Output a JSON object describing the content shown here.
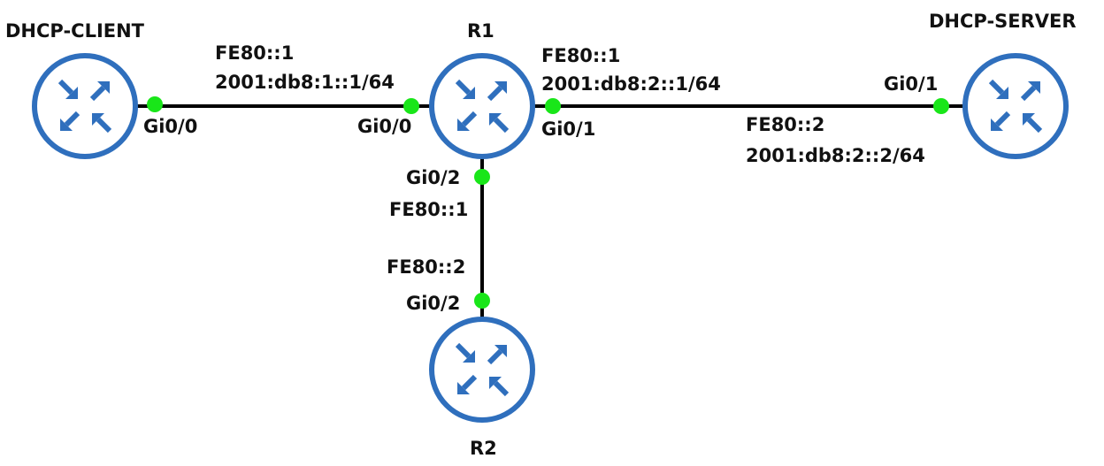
{
  "colors": {
    "router_stroke": "#2f6fbd",
    "router_fill": "#ffffff",
    "arrow": "#2f6fbd",
    "link": "#000000",
    "port_dot": "#19e619",
    "text": "#111111"
  },
  "icons": {
    "router": "router-icon",
    "port": "port-dot"
  },
  "devices": {
    "client": {
      "name": "DHCP-CLIENT"
    },
    "r1": {
      "name": "R1"
    },
    "server": {
      "name": "DHCP-SERVER"
    },
    "r2": {
      "name": "R2"
    }
  },
  "links": {
    "client_r1": {
      "client_port": "Gi0/0",
      "r1_port": "Gi0/0",
      "r1_ll": "FE80::1",
      "r1_addr": "2001:db8:1::1/64"
    },
    "r1_server": {
      "r1_port": "Gi0/1",
      "r1_ll": "FE80::1",
      "r1_addr": "2001:db8:2::1/64",
      "server_port": "Gi0/1",
      "server_ll": "FE80::2",
      "server_addr": "2001:db8:2::2/64"
    },
    "r1_r2": {
      "r1_port": "Gi0/2",
      "r1_ll": "FE80::1",
      "r2_ll": "FE80::2",
      "r2_port": "Gi0/2"
    }
  }
}
